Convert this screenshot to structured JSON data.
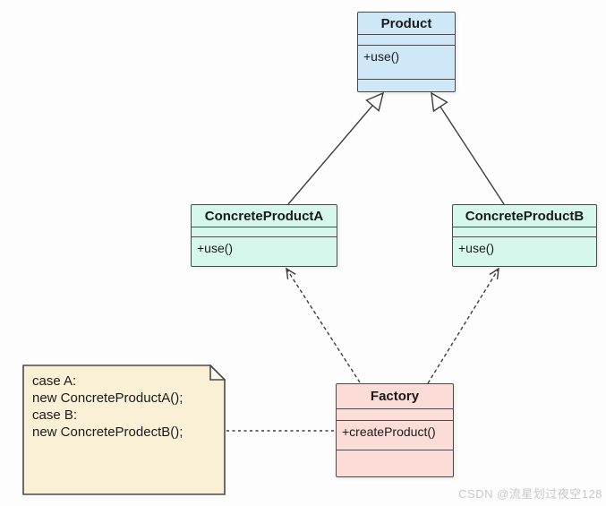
{
  "colors": {
    "background": "#fdfdfd",
    "product_fill": "#cfe8f7",
    "concrete_fill": "#d6f7eb",
    "factory_fill": "#fcdcd7",
    "note_fill": "#faf0d5",
    "note_fold_fill": "#fdfcf3",
    "border": "#4a4a4a",
    "line": "#3c3c3c",
    "watermark": "#c8c8c8"
  },
  "classes": {
    "product": {
      "name": "Product",
      "attributes": "",
      "methods": "+use()"
    },
    "concrete_product_a": {
      "name": "ConcreteProductA",
      "attributes": "",
      "methods": "+use()"
    },
    "concrete_product_b": {
      "name": "ConcreteProductB",
      "attributes": "",
      "methods": "+use()"
    },
    "factory": {
      "name": "Factory",
      "attributes": "",
      "methods": "+createProduct()"
    }
  },
  "note": {
    "lines": [
      "case A:",
      "new ConcreteProductA();",
      "case B:",
      "new ConcreteProdectB();"
    ]
  },
  "relationships": [
    {
      "from": "ConcreteProductA",
      "to": "Product",
      "type": "generalization",
      "line": "solid",
      "head": "hollow-triangle"
    },
    {
      "from": "ConcreteProductB",
      "to": "Product",
      "type": "generalization",
      "line": "solid",
      "head": "hollow-triangle"
    },
    {
      "from": "Factory",
      "to": "ConcreteProductA",
      "type": "dependency",
      "line": "dashed",
      "head": "open-arrow"
    },
    {
      "from": "Factory",
      "to": "ConcreteProductB",
      "type": "dependency",
      "line": "dashed",
      "head": "open-arrow"
    },
    {
      "from": "note",
      "to": "Factory",
      "type": "anchor",
      "line": "dashed",
      "head": "none"
    }
  ],
  "watermark": "CSDN @流星划过夜空128"
}
